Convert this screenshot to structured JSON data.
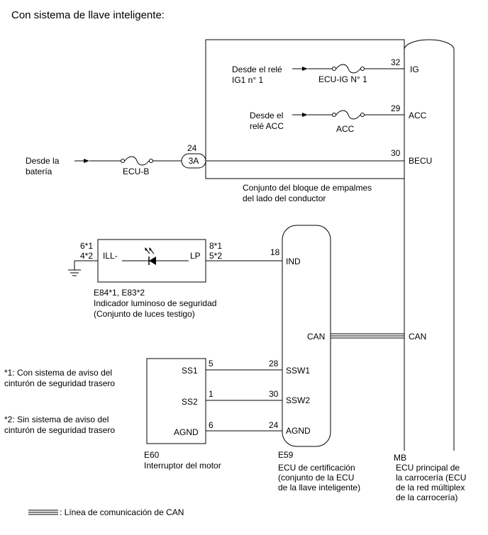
{
  "title": "Con sistema de llave inteligente:",
  "junction_block": {
    "name_line1": "Conjunto del bloque de empalmes",
    "name_line2": "del lado del conductor",
    "connector": "3A",
    "connector_pin": "24",
    "source_ig_line1": "Desde el relé",
    "source_ig_line2": "IG1 n° 1",
    "fuse_ig": "ECU-IG N° 1",
    "source_acc_line1": "Desde el",
    "source_acc_line2": "relé ACC",
    "fuse_acc": "ACC",
    "pin_ig": "32",
    "pin_acc": "29",
    "pin_becu": "30"
  },
  "battery": {
    "source_line1": "Desde la",
    "source_line2": "batería",
    "fuse": "ECU-B"
  },
  "main_body_ecu": {
    "code": "MB",
    "name_line1": "ECU principal de",
    "name_line2": "la carrocería (ECU",
    "name_line3": "de la red múltiplex",
    "name_line4": "de la carrocería)",
    "term_ig": "IG",
    "term_acc": "ACC",
    "term_becu": "BECU",
    "term_can": "CAN"
  },
  "security_indicator": {
    "code": "E84*1, E83*2",
    "name_line1": "Indicador luminoso de seguridad",
    "name_line2": "(Conjunto de luces testigo)",
    "term_ill": "ILL-",
    "term_lp": "LP",
    "pin_ill_1": "6*1",
    "pin_ill_2": "4*2",
    "pin_lp_1": "8*1",
    "pin_lp_2": "5*2"
  },
  "certification_ecu": {
    "code": "E59",
    "name_line1": "ECU de certificación",
    "name_line2": "(conjunto de la ECU",
    "name_line3": "de la llave inteligente)",
    "term_ind": "IND",
    "pin_ind": "18",
    "term_can": "CAN",
    "term_ssw1": "SSW1",
    "pin_ssw1": "28",
    "term_ssw2": "SSW2",
    "pin_ssw2": "30",
    "term_agnd": "AGND",
    "pin_agnd": "24"
  },
  "engine_switch": {
    "code": "E60",
    "name": "Interruptor del motor",
    "term_ss1": "SS1",
    "pin_ss1": "5",
    "term_ss2": "SS2",
    "pin_ss2": "1",
    "term_agnd": "AGND",
    "pin_agnd": "6"
  },
  "notes": {
    "note1_line1": "*1: Con sistema de aviso del",
    "note1_line2": "cinturón de seguridad trasero",
    "note2_line1": "*2: Sin sistema de aviso del",
    "note2_line2": "cinturón de seguridad trasero"
  },
  "legend": {
    "can_line": ": Línea de comunicación de CAN"
  }
}
